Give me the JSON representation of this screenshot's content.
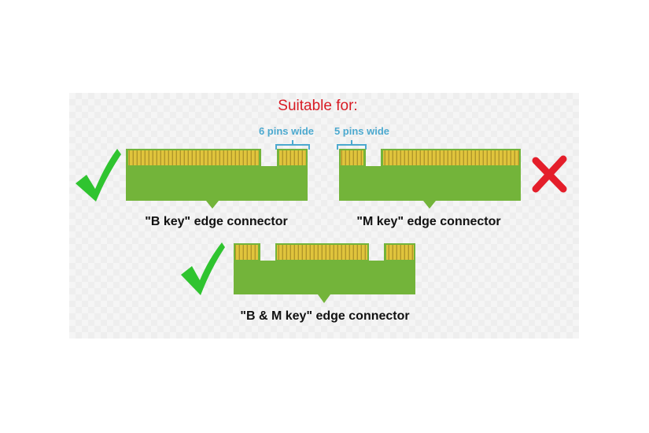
{
  "title": "Suitable for:",
  "pin_labels": {
    "b_key_gap": "6 pins wide",
    "m_key_gap": "5 pins wide"
  },
  "connectors": {
    "b_key": {
      "caption": "\"B key\" edge connector",
      "suitable": true
    },
    "m_key": {
      "caption": "\"M key\" edge connector",
      "suitable": false
    },
    "bm_key": {
      "caption": "\"B & M key\" edge connector",
      "suitable": true
    }
  },
  "icons": {
    "suitable": "check-mark-icon",
    "not_suitable": "cross-icon"
  },
  "colors": {
    "board": "#73b43a",
    "pins": "#e0c43c",
    "pin_line": "#b0962a",
    "check": "#2fc42f",
    "cross": "#e41e2a",
    "title": "#d81b24",
    "annotation": "#4ca9cf"
  }
}
